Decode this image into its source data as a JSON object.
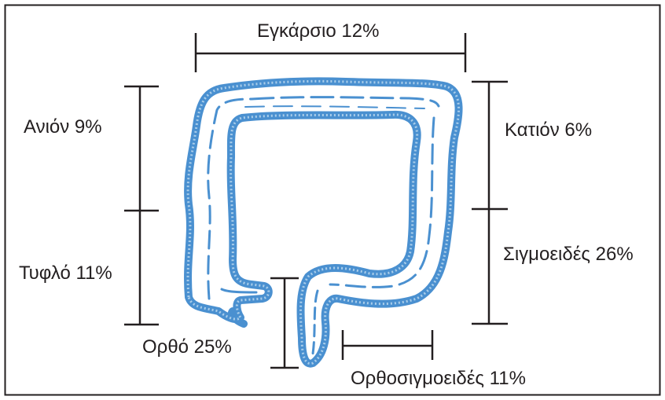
{
  "diagram": {
    "colors": {
      "organ_fill": "#a9cdea",
      "organ_outline": "#4a90d0",
      "measure_line": "#231f20",
      "frame": "#231f20",
      "background": "#ffffff"
    },
    "segments": [
      {
        "id": "transverse",
        "label": "Εγκάρσιο 12%"
      },
      {
        "id": "ascending",
        "label": "Ανιόν 9%"
      },
      {
        "id": "cecum",
        "label": "Τυφλό 11%"
      },
      {
        "id": "descending",
        "label": "Κατιόν 6%"
      },
      {
        "id": "sigmoid",
        "label": "Σιγμοειδές 26%"
      },
      {
        "id": "rectum",
        "label": "Ορθό 25%"
      },
      {
        "id": "rectosigmoid",
        "label": "Ορθοσιγμοειδές 11%"
      }
    ]
  }
}
